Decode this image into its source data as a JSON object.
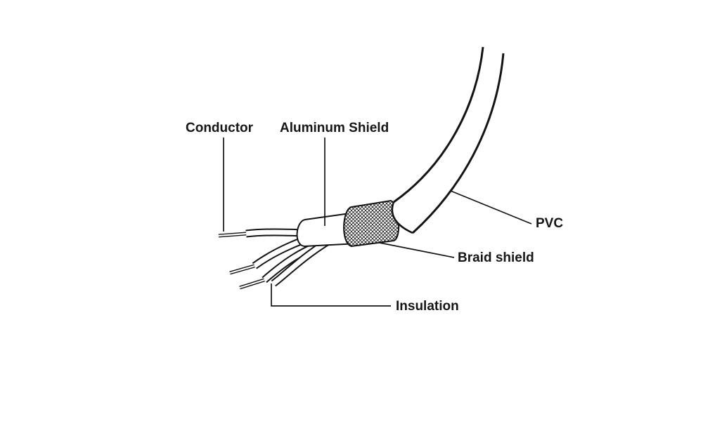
{
  "diagram": {
    "labels": {
      "conductor": "Conductor",
      "aluminum_shield": "Aluminum Shield",
      "pvc": "PVC",
      "braid_shield": "Braid shield",
      "insulation": "Insulation"
    },
    "colors": {
      "line": "#141414",
      "background": "#ffffff"
    }
  }
}
